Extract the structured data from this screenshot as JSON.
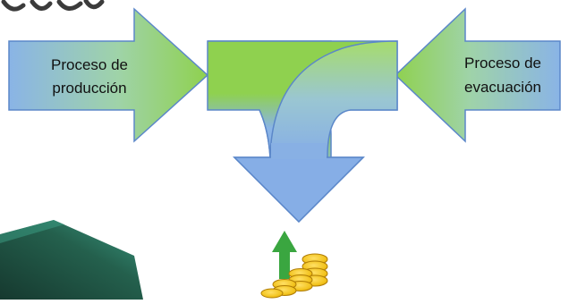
{
  "diagram": {
    "left_arrow_label": [
      "Proceso de",
      "producción"
    ],
    "right_arrow_label": [
      "Proceso de",
      "evacuación"
    ],
    "center_shape": "merge-arrow-down",
    "bottom_icon": "money-growth-icon",
    "top_left_icon": "chain-links-icon",
    "colors": {
      "arrow_blue": "#8ab4e6",
      "arrow_green": "#8fd14f",
      "arrow_stroke": "#5b87c9",
      "coin_gold": "#f2c21b",
      "growth_arrow": "#3aa640",
      "corner_band_dark": "#1f4f3f",
      "corner_band_teal": "#2f8f7a"
    }
  }
}
